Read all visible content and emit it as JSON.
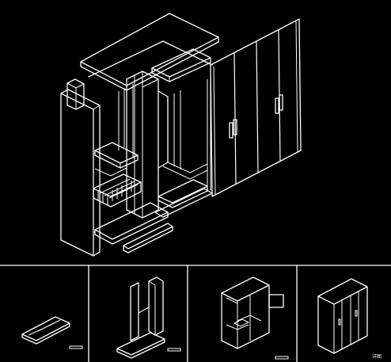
{
  "drawing": {
    "background": "#000000",
    "line_color": "#ffffff",
    "main_view": "exploded-wardrobe-assembly",
    "thumbnails": [
      "base-frame",
      "side-panel-assembly",
      "wardrobe-carcass",
      "wardrobe-closed"
    ],
    "corner_mark": "详图"
  }
}
